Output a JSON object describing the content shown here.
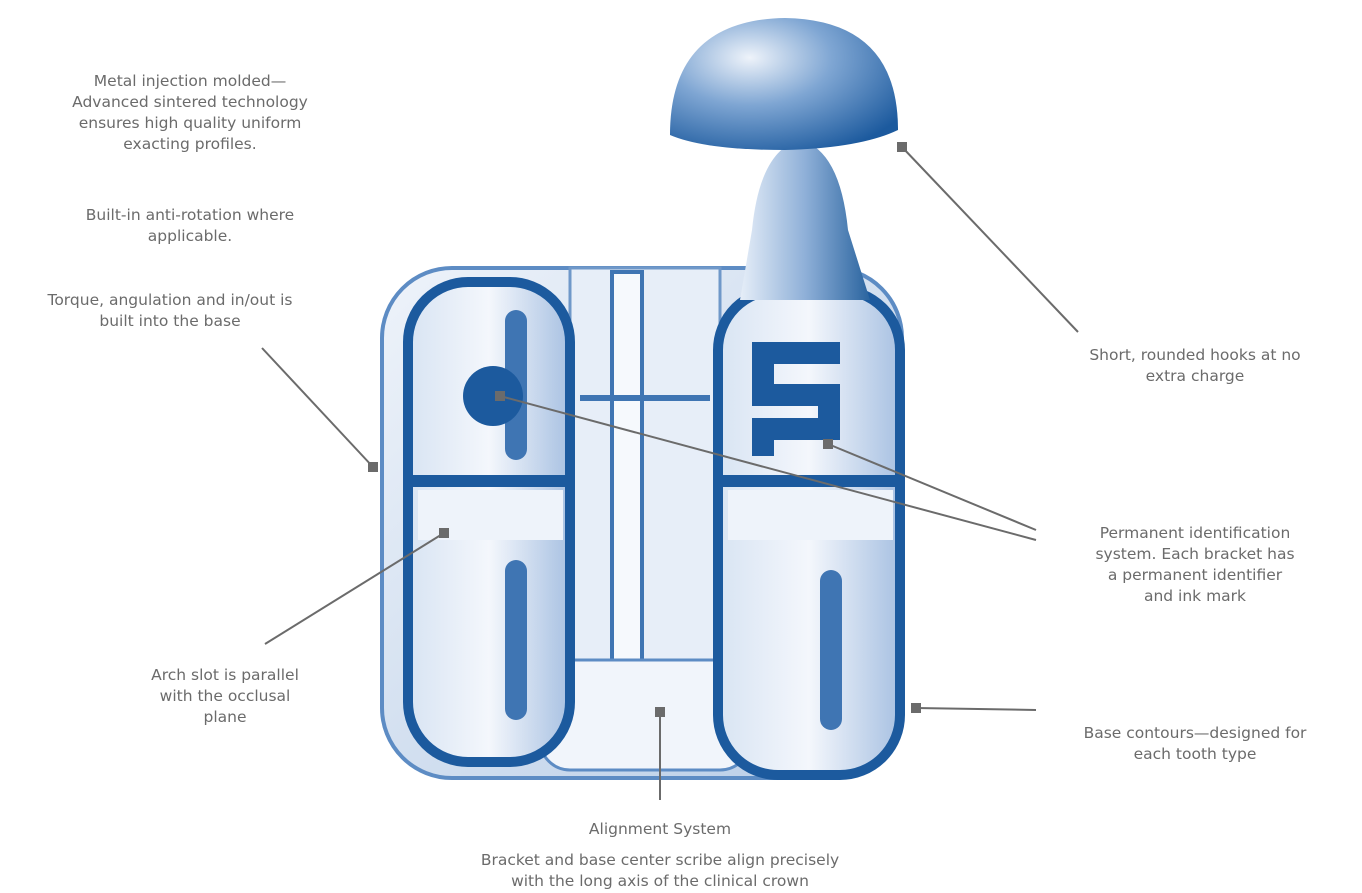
{
  "annotations": {
    "metal_injection": "Metal injection molded—\nAdvanced sintered technology\nensures high quality uniform\nexacting profiles.",
    "anti_rotation": "Built-in anti-rotation where\napplicable.",
    "torque": "Torque, angulation and in/out is\nbuilt into the base",
    "arch_slot": "Arch slot is parallel\nwith the occlusal\nplane",
    "hooks": "Short, rounded hooks at no\nextra charge",
    "identification": "Permanent identification\nsystem. Each bracket has\na permanent identifier\nand ink mark",
    "base_contours": "Base contours—designed for\neach tooth type",
    "alignment_title": "Alignment System",
    "alignment_desc": "Bracket and base center scribe align precisely\nwith the long axis of the clinical crown"
  },
  "colors": {
    "bracket_dark": "#1c5a9e",
    "bracket_mid": "#4f82bd",
    "bracket_light": "#c9d9ee",
    "leader": "#6b6b6b",
    "text": "#6b6b6b"
  }
}
